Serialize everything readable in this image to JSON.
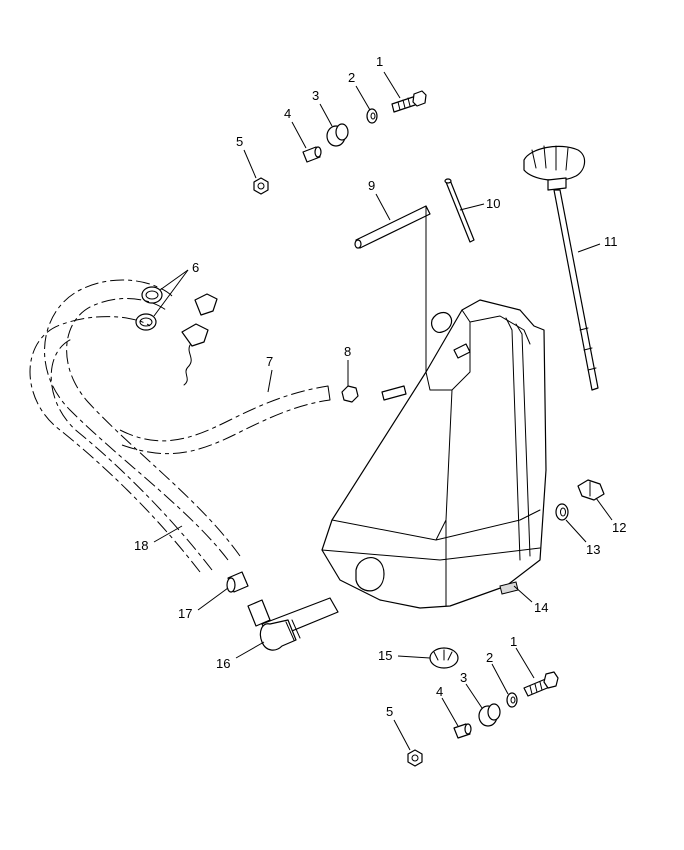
{
  "callouts": [
    {
      "id": "c1a",
      "text": "1"
    },
    {
      "id": "c2a",
      "text": "2"
    },
    {
      "id": "c3a",
      "text": "3"
    },
    {
      "id": "c4a",
      "text": "4"
    },
    {
      "id": "c5a",
      "text": "5"
    },
    {
      "id": "c6",
      "text": "6"
    },
    {
      "id": "c7",
      "text": "7"
    },
    {
      "id": "c8",
      "text": "8"
    },
    {
      "id": "c9",
      "text": "9"
    },
    {
      "id": "c10",
      "text": "10"
    },
    {
      "id": "c11",
      "text": "11"
    },
    {
      "id": "c12",
      "text": "12"
    },
    {
      "id": "c13",
      "text": "13"
    },
    {
      "id": "c14",
      "text": "14"
    },
    {
      "id": "c15",
      "text": "15"
    },
    {
      "id": "c16",
      "text": "16"
    },
    {
      "id": "c17",
      "text": "17"
    },
    {
      "id": "c18",
      "text": "18"
    },
    {
      "id": "c1b",
      "text": "1"
    },
    {
      "id": "c2b",
      "text": "2"
    },
    {
      "id": "c3b",
      "text": "3"
    },
    {
      "id": "c4b",
      "text": "4"
    },
    {
      "id": "c5b",
      "text": "5"
    }
  ],
  "colors": {
    "line": "#000000",
    "background": "#ffffff"
  }
}
